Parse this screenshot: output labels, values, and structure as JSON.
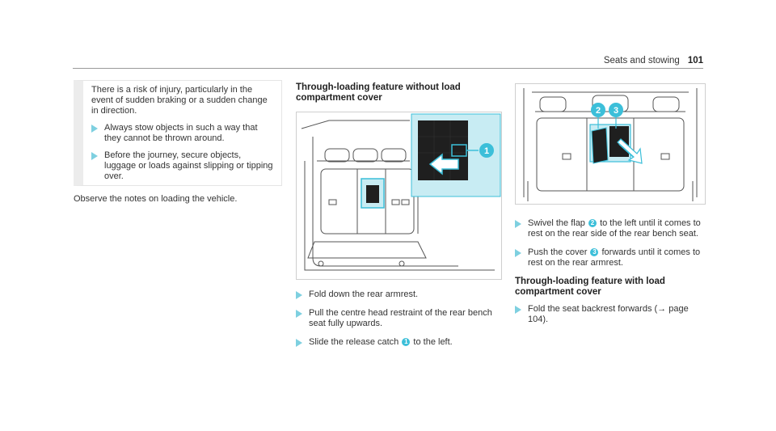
{
  "header": {
    "section": "Seats and stowing",
    "page_number": "101"
  },
  "warning": {
    "intro": "There is a risk of injury, particularly in the event of sudden braking or a sudden change in direction.",
    "bullets": [
      "Always stow objects in such a way that they cannot be thrown around.",
      "Before the journey, secure objects, luggage or loads against slipping or tipping over."
    ]
  },
  "note": "Observe the notes on loading the vehicle.",
  "section1": {
    "heading": "Through-loading feature without load compartment cover",
    "steps": [
      {
        "text": "Fold down the rear armrest."
      },
      {
        "text": "Pull the centre head restraint of the rear bench seat fully upwards."
      },
      {
        "pre": "Slide the release catch",
        "badge": "1",
        "post": "to the left."
      }
    ]
  },
  "section2": {
    "steps": [
      {
        "pre": "Swivel the flap",
        "badge": "2",
        "post": "to the left until it comes to rest on the rear side of the rear bench seat."
      },
      {
        "pre": "Push the cover",
        "badge": "3",
        "post": "forwards until it comes to rest on the rear armrest."
      }
    ],
    "heading": "Through-loading feature with load compartment cover",
    "steps_after": [
      {
        "text": "Fold the seat backrest forwards (→ page 104)."
      }
    ]
  },
  "figures": {
    "fig1_callouts": [
      "1"
    ],
    "fig2_callouts": [
      "2",
      "3"
    ]
  },
  "colors": {
    "accent": "#3cbfd9",
    "bullet": "#7ed0e0",
    "highlight_bg": "#c8ecf3"
  }
}
